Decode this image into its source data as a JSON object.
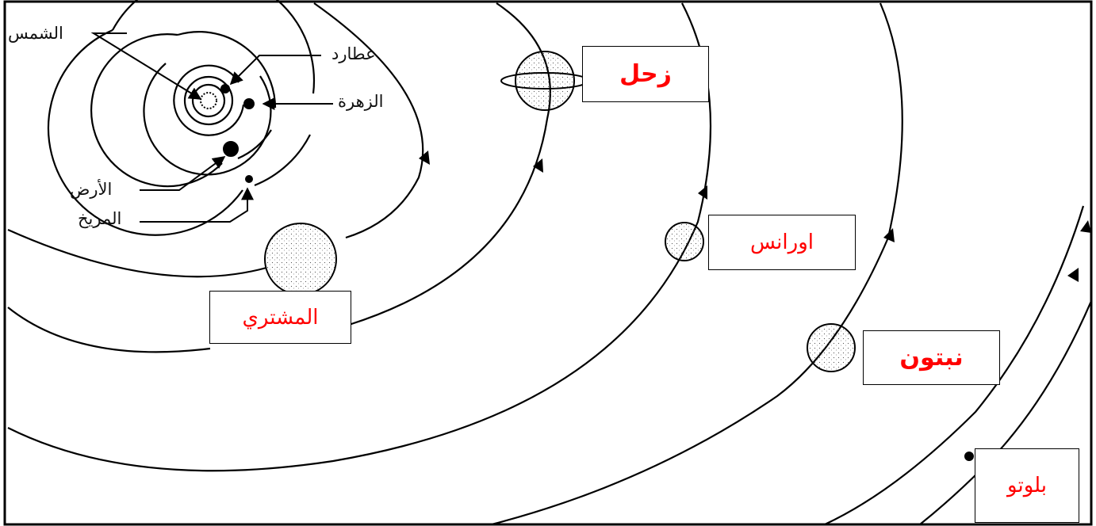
{
  "diagram": {
    "inner_labels": {
      "sun": "الشمس",
      "mercury": "عطارد",
      "venus": "الزهرة",
      "earth": "الأرض",
      "mars": "المريخ"
    },
    "planet_boxes": {
      "saturn": "زحل",
      "uranus": "اورانس",
      "jupiter": "المشتري",
      "neptune": "نبتون",
      "pluto": "بلوتو"
    },
    "colors": {
      "line": "#000000",
      "label_text": "#111111",
      "box_text": "#ff0000",
      "box_border": "#000000",
      "background": "#ffffff"
    }
  }
}
